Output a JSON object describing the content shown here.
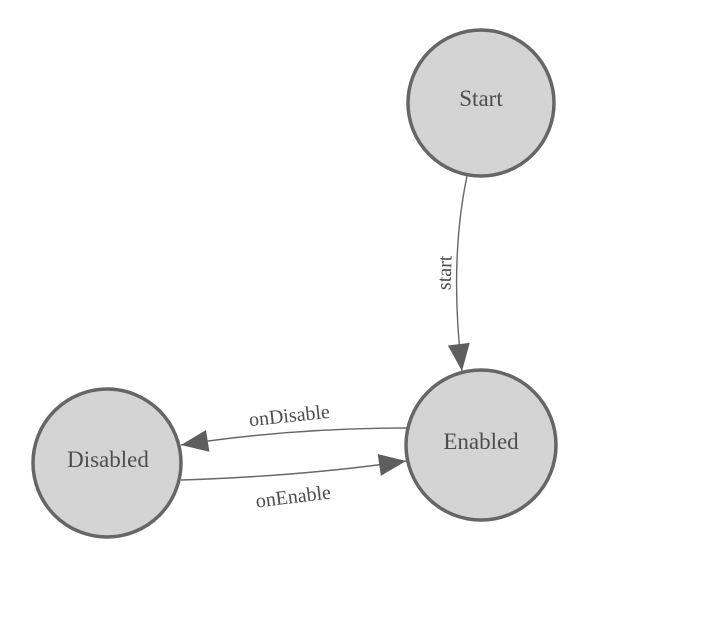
{
  "diagram": {
    "kind": "state-machine-graph",
    "colors": {
      "background": "#ffffff",
      "node_fill": "#d4d4d4",
      "node_stroke": "#666666",
      "edge_line": "#666666",
      "arrowhead": "#5e5e5e",
      "label_text": "#4d4d4d"
    },
    "nodes": [
      {
        "id": "start",
        "label": "Start"
      },
      {
        "id": "enabled",
        "label": "Enabled"
      },
      {
        "id": "disabled",
        "label": "Disabled"
      }
    ],
    "edges": [
      {
        "from": "start",
        "to": "enabled",
        "label": "start"
      },
      {
        "from": "enabled",
        "to": "disabled",
        "label": "onDisable"
      },
      {
        "from": "disabled",
        "to": "enabled",
        "label": "onEnable"
      }
    ]
  }
}
